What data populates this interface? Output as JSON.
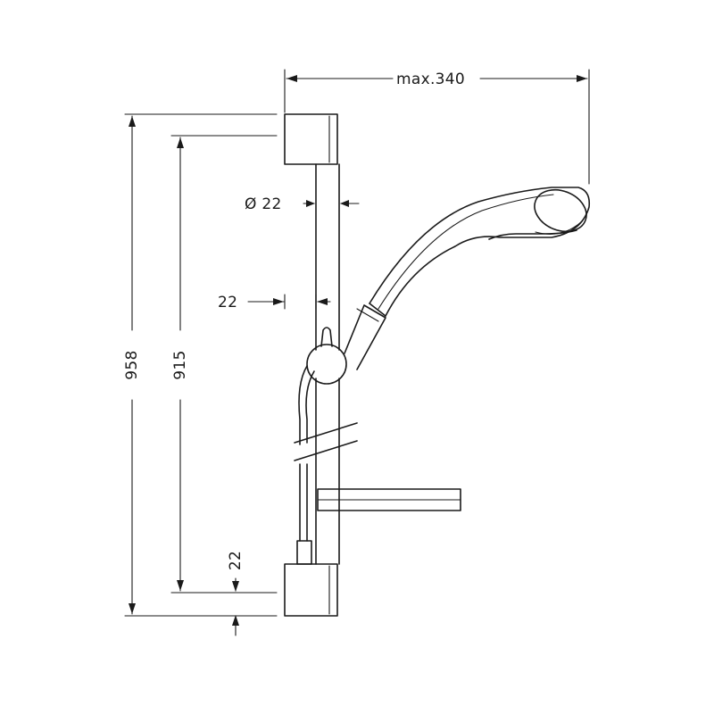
{
  "dimensions": {
    "width_max": "max.340",
    "rail_diameter": "Ø 22",
    "wall_offset": "22",
    "total_height": "958",
    "rail_length": "915",
    "bottom_offset": "22"
  }
}
